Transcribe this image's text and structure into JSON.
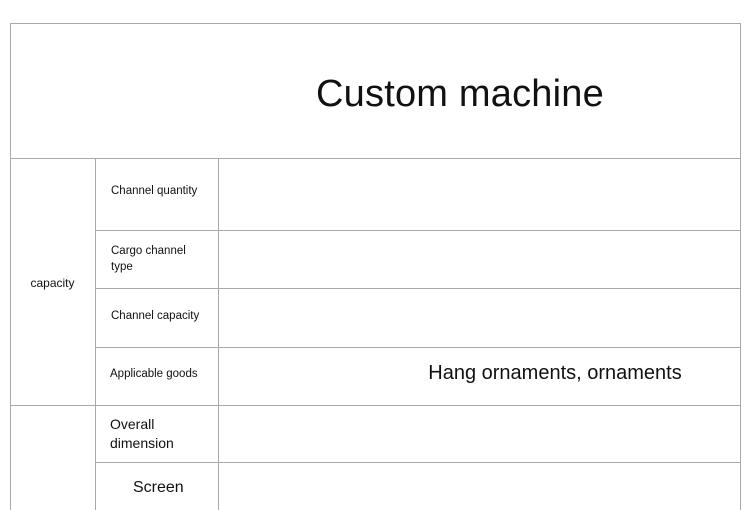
{
  "table": {
    "title": "Custom machine",
    "groups": [
      {
        "label": "capacity",
        "rows": [
          {
            "label": "Channel quantity",
            "value": ""
          },
          {
            "label": "Cargo channel type",
            "value": ""
          },
          {
            "label": "Channel capacity",
            "value": ""
          },
          {
            "label": "Applicable goods",
            "value": "Hang ornaments, ornaments"
          }
        ]
      },
      {
        "label": "",
        "rows": [
          {
            "label": "Overall dimension",
            "value": ""
          },
          {
            "label": "Screen",
            "value": ""
          }
        ]
      }
    ]
  }
}
